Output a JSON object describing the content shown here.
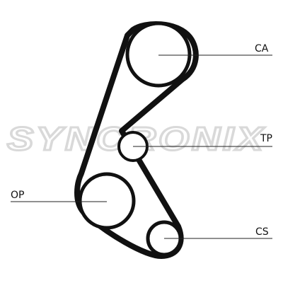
{
  "watermark": "SYNCRONIX",
  "labels": {
    "ca": "CA",
    "tp": "TP",
    "op": "OP",
    "cs": "CS"
  },
  "colors": {
    "belt": "#111111",
    "pulley": "#111111",
    "leader": "#222222",
    "watermark": "#d9d9d9"
  }
}
